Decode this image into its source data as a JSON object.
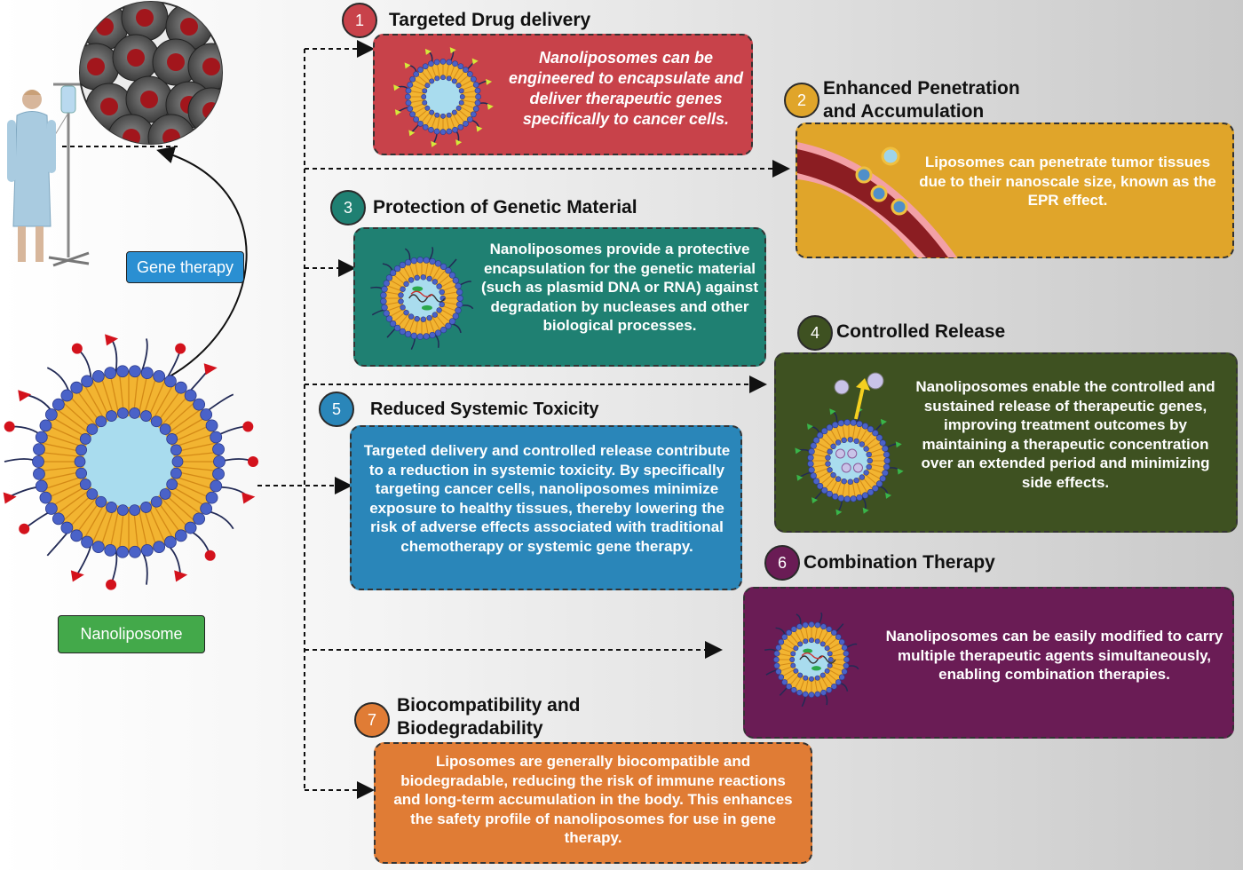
{
  "left": {
    "gene_therapy_label": "Gene therapy",
    "nanoliposome_label": "Nanoliposome"
  },
  "colors": {
    "red": "#c8424a",
    "amber": "#e0a52a",
    "teal": "#1f8072",
    "olive": "#3e5121",
    "blue": "#2a86b9",
    "purple": "#6a1c55",
    "orange": "#e07c35",
    "gene_blue": "#2a8fd2",
    "nano_green": "#43a94a"
  },
  "items": [
    {
      "num": "1",
      "title": "Targeted Drug delivery",
      "text": "Nanoliposomes can be engineered to encapsulate and deliver therapeutic genes specifically to cancer cells."
    },
    {
      "num": "2",
      "title": "Enhanced Penetration and Accumulation",
      "text": "Liposomes can penetrate tumor tissues due to their nanoscale size, known as the EPR effect."
    },
    {
      "num": "3",
      "title": "Protection of Genetic Material",
      "text": "Nanoliposomes provide a protective encapsulation for the genetic material (such as plasmid DNA or RNA) against degradation by nucleases and other biological processes."
    },
    {
      "num": "4",
      "title": "Controlled Release",
      "text": "Nanoliposomes enable the controlled and sustained release of therapeutic genes, improving treatment outcomes by maintaining a therapeutic concentration over an extended period and minimizing side effects."
    },
    {
      "num": "5",
      "title": "Reduced Systemic Toxicity",
      "text": "Targeted delivery and controlled release contribute to a reduction in systemic toxicity. By specifically targeting cancer cells, nanoliposomes minimize exposure to healthy tissues, thereby lowering the risk of adverse effects associated with traditional chemotherapy or systemic gene therapy."
    },
    {
      "num": "6",
      "title": "Combination Therapy",
      "text": "Nanoliposomes can be easily modified to carry multiple therapeutic agents simultaneously, enabling combination therapies."
    },
    {
      "num": "7",
      "title": "Biocompatibility and Biodegradability",
      "text": "Liposomes are generally biocompatible and biodegradable, reducing the risk of immune reactions and long-term accumulation in the body. This enhances the safety profile of nanoliposomes for use in gene therapy."
    }
  ]
}
